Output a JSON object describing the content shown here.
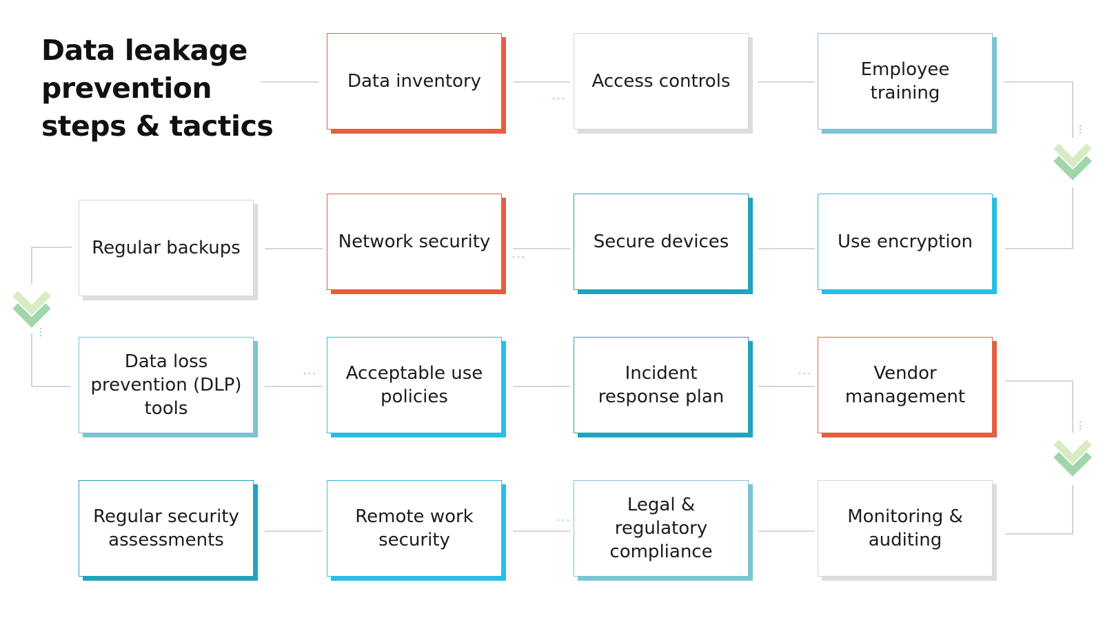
{
  "title": "Data leakage prevention steps & tactics",
  "steps": [
    {
      "label": "Data inventory",
      "color": "#e2603f"
    },
    {
      "label": "Access controls",
      "color": "#dddddd"
    },
    {
      "label": "Employee training",
      "color": "#7cc3d3"
    },
    {
      "label": "Use encryption",
      "color": "#27bfe3"
    },
    {
      "label": "Secure devices",
      "color": "#20a4bc"
    },
    {
      "label": "Network security",
      "color": "#e2603f"
    },
    {
      "label": "Regular backups",
      "color": "#dddddd"
    },
    {
      "label": "Data loss prevention (DLP) tools",
      "color": "#7cc3d3"
    },
    {
      "label": "Acceptable use policies",
      "color": "#27bfe3"
    },
    {
      "label": "Incident response plan",
      "color": "#20a4bc"
    },
    {
      "label": "Vendor management",
      "color": "#e2603f"
    },
    {
      "label": "Monitoring & auditing",
      "color": "#dddddd"
    },
    {
      "label": "Legal & regulatory compliance",
      "color": "#7cc3d3"
    },
    {
      "label": "Remote work security",
      "color": "#27bfe3"
    },
    {
      "label": "Regular security assessments",
      "color": "#20a4bc"
    }
  ],
  "icons": {
    "turn": "chevron-down-icon"
  },
  "colors": {
    "orange": "#e2603f",
    "gray": "#dddddd",
    "light_blue": "#7cc3d3",
    "blue": "#27bfe3",
    "teal": "#20a4bc",
    "chevron_light": "#d7ecc3",
    "chevron_dark": "#8fcf9b",
    "connector": "#c8c8c8"
  }
}
